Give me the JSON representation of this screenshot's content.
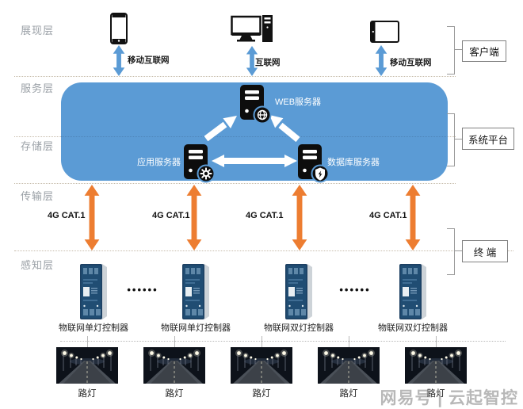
{
  "layers": [
    "展现层",
    "服务层",
    "存储层",
    "传输层",
    "感知层"
  ],
  "clients": {
    "devices": [
      {
        "icon": "smartphone-icon",
        "link_label": "移动互联网"
      },
      {
        "icon": "desktop-icon",
        "link_label": "互联网"
      },
      {
        "icon": "tablet-icon",
        "link_label": "移动互联网"
      }
    ],
    "bracket_label": "客户端"
  },
  "platform": {
    "bracket_label": "系统平台",
    "servers": [
      {
        "name": "web-server",
        "label": "WEB服务器",
        "badge": "globe-icon"
      },
      {
        "name": "app-server",
        "label": "应用服务器",
        "badge": "gear-icon"
      },
      {
        "name": "db-server",
        "label": "数据库服务器",
        "badge": "shield-icon"
      }
    ]
  },
  "transmission": {
    "links": [
      "4G CAT.1",
      "4G CAT.1",
      "4G CAT.1",
      "4G CAT.1"
    ],
    "bracket_label": "终 端"
  },
  "perception": {
    "controllers": [
      {
        "label": "物联网单灯控制器"
      },
      {
        "label": "物联网单灯控制器"
      },
      {
        "label": "物联网双灯控制器"
      },
      {
        "label": "物联网双灯控制器"
      }
    ],
    "ellipsis": "••••••",
    "lights": [
      {
        "label": "路灯"
      },
      {
        "label": "路灯"
      },
      {
        "label": "路灯"
      },
      {
        "label": "路灯"
      },
      {
        "label": "路灯"
      }
    ]
  },
  "watermark": "网易号 | 云起智控",
  "colors": {
    "platform_blue": "#5b9bd5",
    "arrow_blue": "#5b9bd5",
    "arrow_orange": "#ED7D31",
    "server_black": "#0d0d0d",
    "controller_navy": "#1d4062"
  }
}
